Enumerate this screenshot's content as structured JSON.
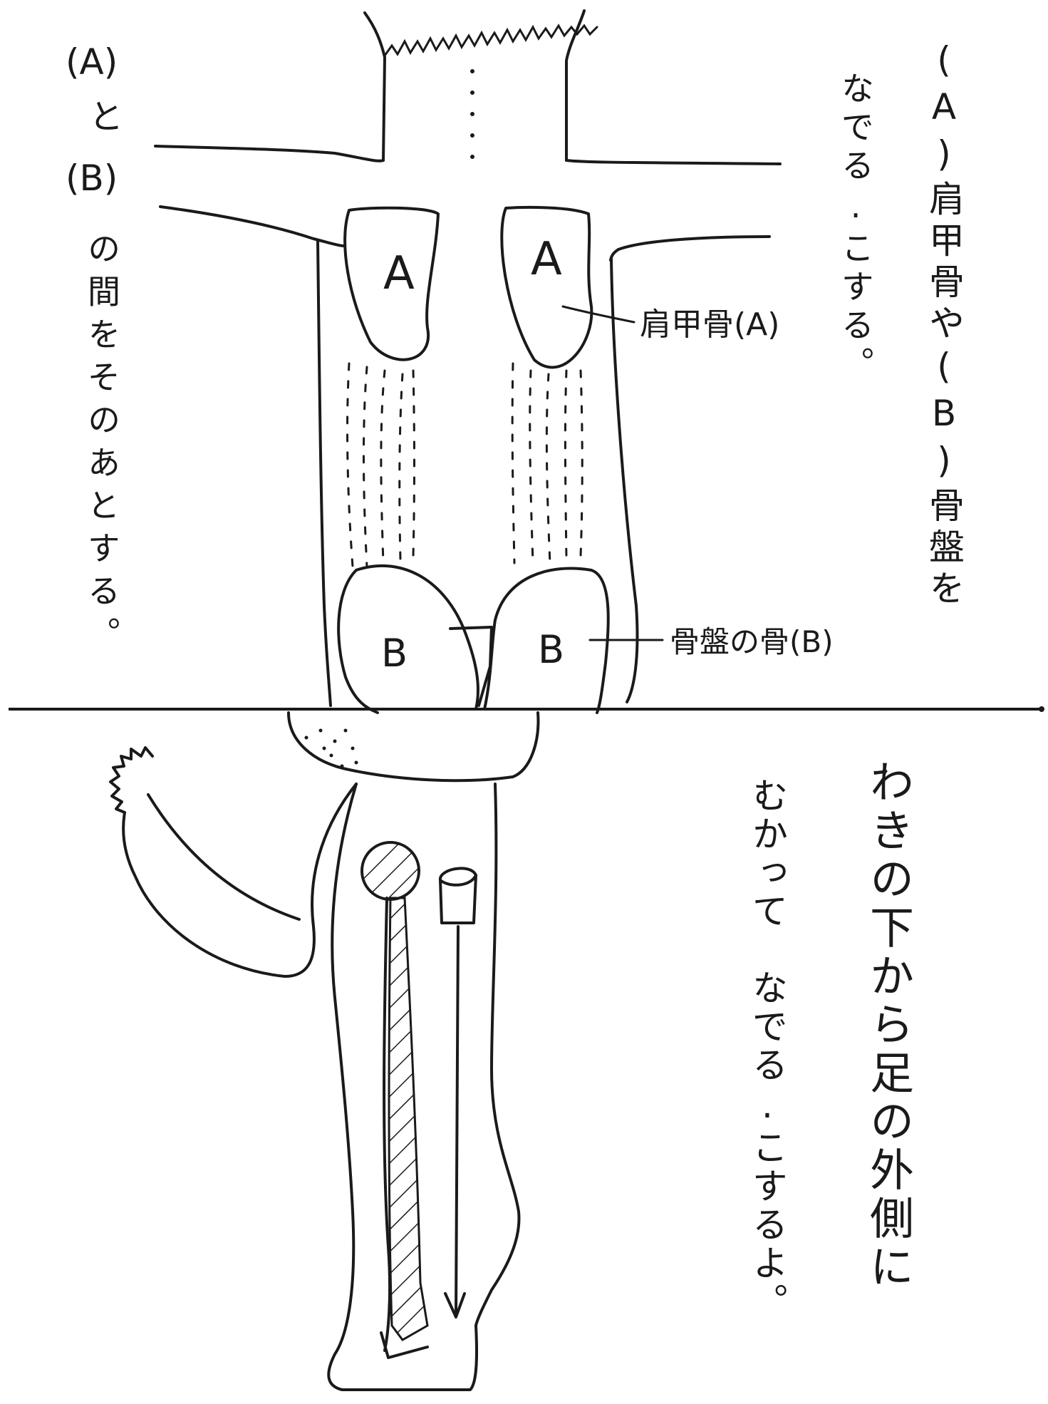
{
  "left_column": {
    "label_a": "(A)",
    "and": "と",
    "label_b": "(B)",
    "text": "の間をそのあとする。"
  },
  "right_top": {
    "col1": "(A)肩甲骨や(B)骨盤を",
    "col2": "なでる.こする。"
  },
  "markers": {
    "a_left": "A",
    "a_right": "A",
    "b_left": "B",
    "b_right": "B"
  },
  "callouts": {
    "scapula": "肩甲骨(A)",
    "pelvis": "骨盤の骨(B)"
  },
  "right_bottom": {
    "col1": "わきの下から足の外側に",
    "col2": "むかって　なでる.こするよ。"
  },
  "colors": {
    "ink": "#1a1a1a",
    "paper": "#ffffff"
  }
}
